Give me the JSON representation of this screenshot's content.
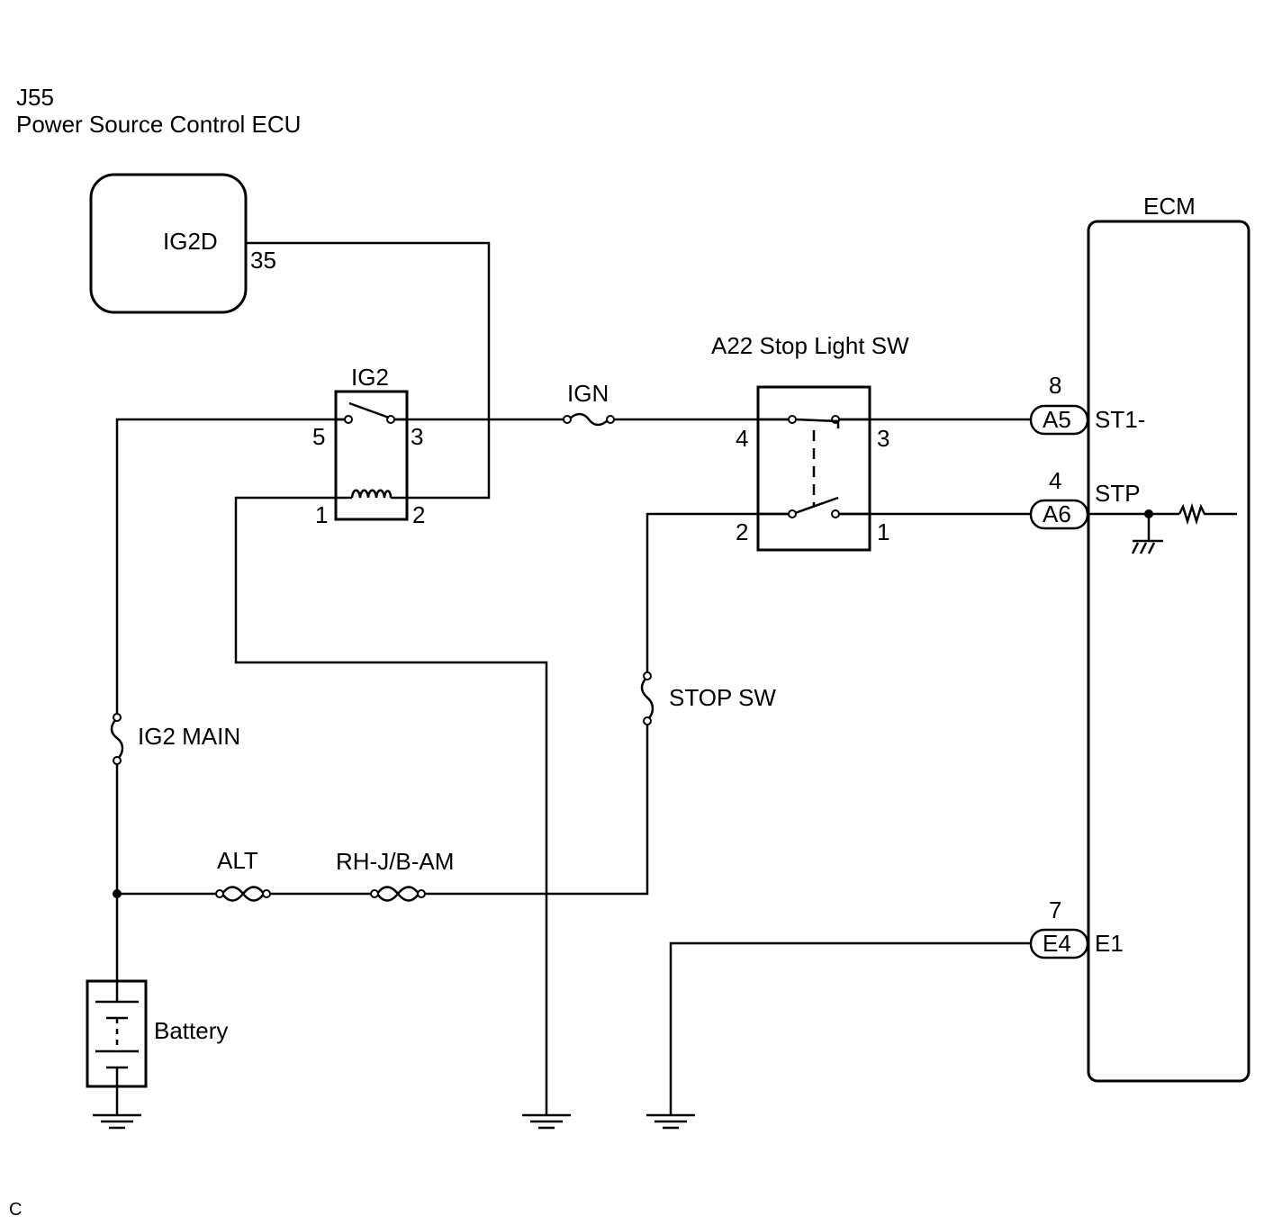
{
  "header": {
    "code": "J55",
    "title": "Power Source Control ECU"
  },
  "ecu": {
    "terminal_name": "IG2D",
    "terminal_pin": "35"
  },
  "ig2_relay": {
    "label": "IG2",
    "pins": {
      "p5": "5",
      "p3": "3",
      "p1": "1",
      "p2": "2"
    }
  },
  "fuses": {
    "ign": "IGN",
    "ig2_main": "IG2 MAIN",
    "stop_sw": "STOP SW",
    "alt": "ALT",
    "rh_jb_am": "RH-J/B-AM"
  },
  "stop_light_switch": {
    "label": "A22 Stop Light SW",
    "pins": {
      "p4": "4",
      "p3": "3",
      "p2": "2",
      "p1": "1"
    }
  },
  "ecm": {
    "label": "ECM",
    "connectors": [
      {
        "pin": "8",
        "connector": "A5",
        "signal": "ST1-"
      },
      {
        "pin": "4",
        "connector": "A6",
        "signal": "STP"
      },
      {
        "pin": "7",
        "connector": "E4",
        "signal": "E1"
      }
    ]
  },
  "battery": {
    "label": "Battery"
  },
  "footer": {
    "code": "C"
  },
  "colors": {
    "line": "#000000",
    "background": "#ffffff"
  }
}
